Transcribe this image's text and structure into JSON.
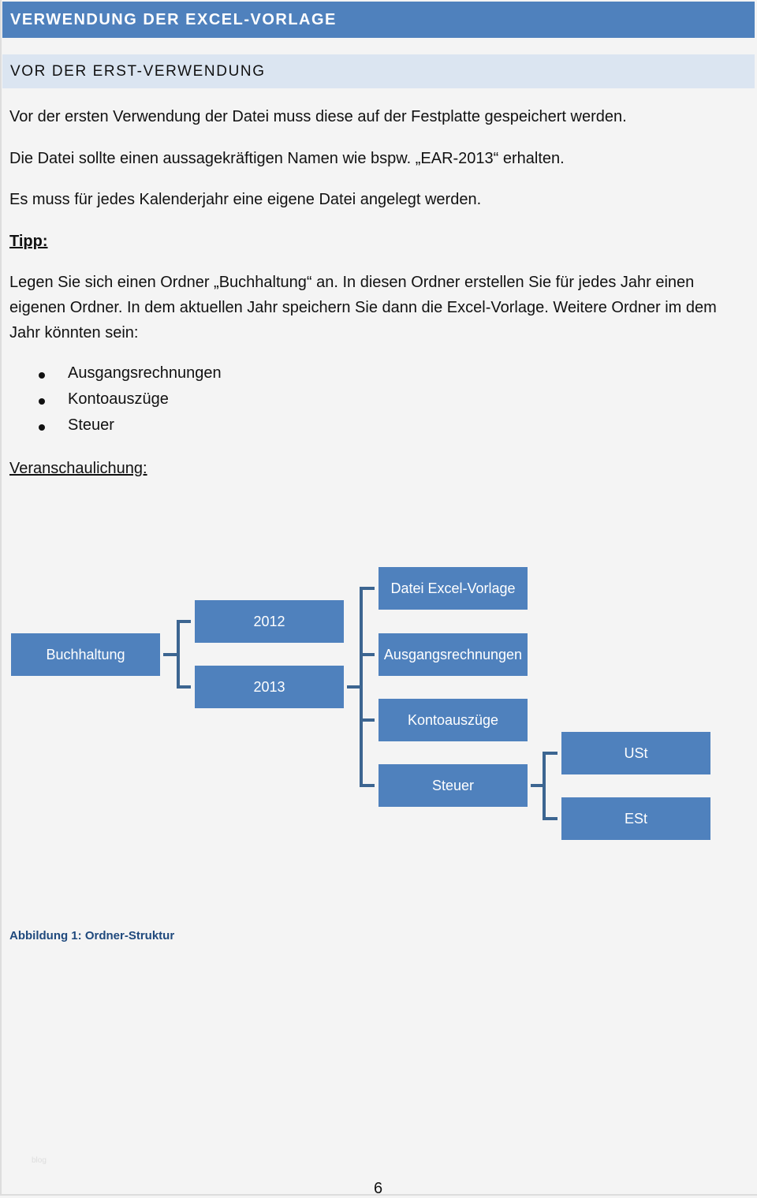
{
  "heading": "VERWENDUNG DER EXCEL-VORLAGE",
  "subheading": "VOR DER ERST-VERWENDUNG",
  "paragraphs": [
    "Vor der ersten Verwendung der Datei muss diese auf der Festplatte gespeichert werden.",
    "Die Datei sollte einen aussagekräftigen Namen wie bspw. „EAR-2013“ erhalten.",
    "Es muss für jedes Kalenderjahr eine eigene Datei angelegt werden."
  ],
  "tipp_label": "Tipp:",
  "tipp_text": "Legen Sie sich einen Ordner „Buchhaltung“ an. In diesen Ordner erstellen Sie für jedes Jahr einen eigenen Ordner. In dem aktuellen Jahr speichern Sie dann die Excel-Vorlage. Weitere Ordner im dem Jahr könnten sein:",
  "list": [
    "Ausgangsrechnungen",
    "Kontoauszüge",
    "Steuer"
  ],
  "illustration_label": "Veranschaulichung:",
  "diagram": {
    "root": "Buchhaltung",
    "years": [
      "2012",
      "2013"
    ],
    "year_children": [
      "Datei Excel-Vorlage",
      "Ausgangsrechnungen",
      "Kontoauszüge",
      "Steuer"
    ],
    "steuer_children": [
      "USt",
      "ESt"
    ]
  },
  "caption": "Abbildung 1: Ordner-Struktur",
  "watermark": "blog",
  "page_number": "6"
}
